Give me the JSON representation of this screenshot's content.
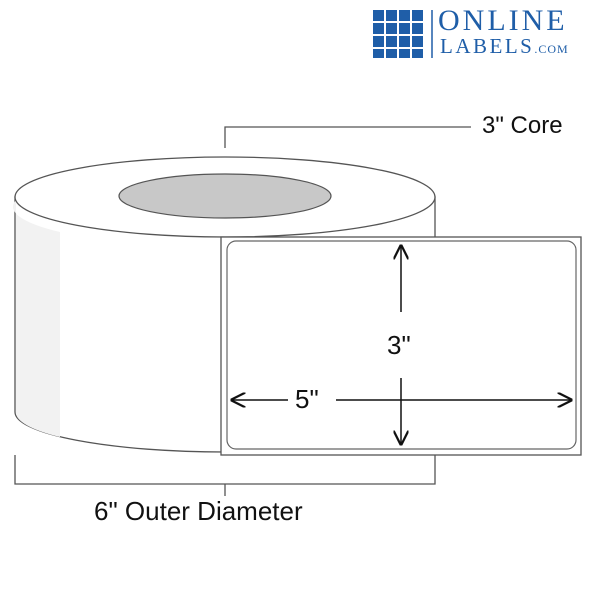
{
  "logo": {
    "line1": "ONLINE",
    "line2": "LABELS",
    "suffix": ".COM",
    "brand_color": "#1f5ea8"
  },
  "annotations": {
    "core": "3\" Core",
    "outer_diameter": "6\" Outer Diameter",
    "label_width": "5\"",
    "label_height": "3\""
  },
  "colors": {
    "line": "#555555",
    "roll_fill": "#ffffff",
    "core_fill": "#c8c8c8"
  }
}
